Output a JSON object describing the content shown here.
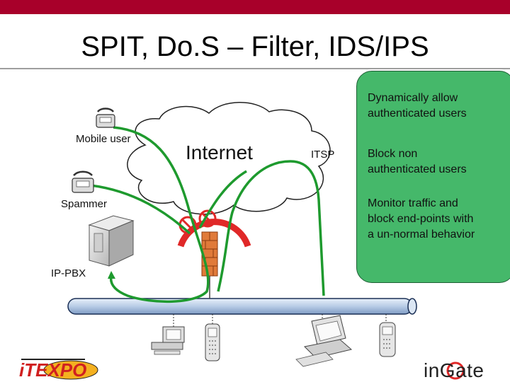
{
  "title": "SPIT, Do.S – Filter, IDS/IPS",
  "labels": {
    "mobile_user": "Mobile user",
    "spammer": "Spammer",
    "ip_pbx": "IP-PBX",
    "internet": "Internet",
    "itsp": "ITSP"
  },
  "green_box": {
    "item1_line1": "Dynamically allow",
    "item1_line2": "authenticated users",
    "item2_line1": "Block non",
    "item2_line2": "authenticated users",
    "item3_line1": "Monitor traffic and",
    "item3_line2": "block end-points with",
    "item3_line3": "a un-normal behavior"
  },
  "logos": {
    "left": "iTEXPO",
    "right": "inGate"
  },
  "colors": {
    "accent_bar": "#a8002a",
    "green_box": "#45b86a",
    "flow_line": "#1e9a2e",
    "backbone": "#c8d8ec",
    "firewall": "#e07a3a",
    "blocked": "#e02828"
  }
}
